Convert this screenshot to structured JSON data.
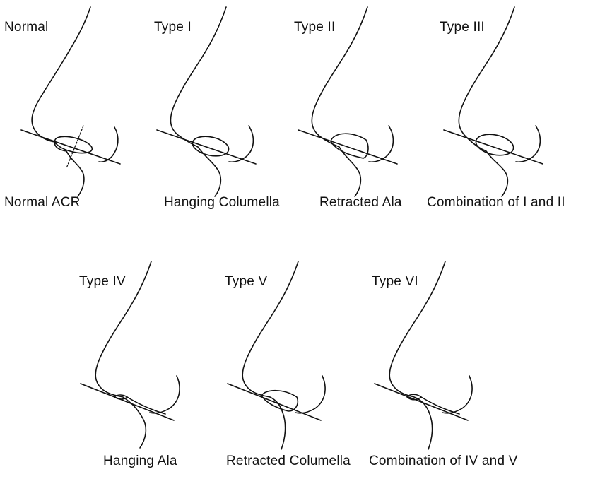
{
  "figure": {
    "panels": [
      {
        "id": "normal",
        "type_label": "Normal",
        "caption": "Normal ACR"
      },
      {
        "id": "type-1",
        "type_label": "Type I",
        "caption": "Hanging Columella"
      },
      {
        "id": "type-2",
        "type_label": "Type II",
        "caption": "Retracted Ala"
      },
      {
        "id": "type-3",
        "type_label": "Type III",
        "caption": "Combination of I and II"
      },
      {
        "id": "type-4",
        "type_label": "Type IV",
        "caption": "Hanging Ala"
      },
      {
        "id": "type-5",
        "type_label": "Type V",
        "caption": "Retracted Columella"
      },
      {
        "id": "type-6",
        "type_label": "Type VI",
        "caption": "Combination of IV and V"
      }
    ]
  }
}
